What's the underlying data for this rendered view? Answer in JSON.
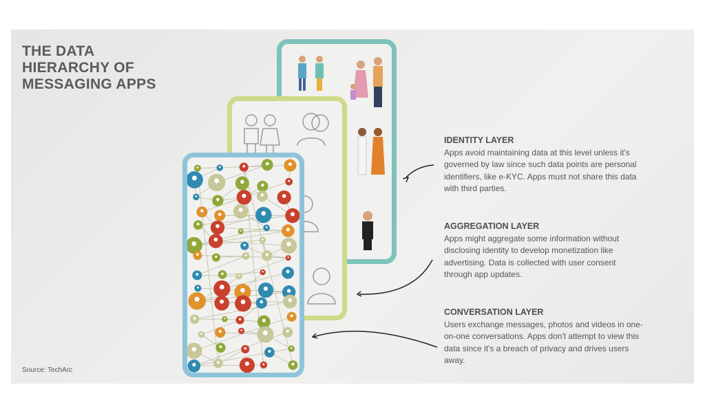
{
  "title": "THE DATA HIERARCHY OF MESSAGING APPS",
  "source": "Source: TechArc",
  "layers": [
    {
      "heading": "IDENTITY LAYER",
      "text": "Apps avoid maintaining data at this level unless it's governed by law since such data points are personal identifiers, like e-KYC. Apps must not share this data with third parties."
    },
    {
      "heading": "AGGREGATION LAYER",
      "text": "Apps might aggregate some information without disclosing identity to develop monetization like advertising. Data is collected with user consent through app updates."
    },
    {
      "heading": "CONVERSATION LAYER",
      "text": "Users exchange messages, photos and videos in one-on-one conversations. Apps don't attempt to view this data since it's a breach of privacy and drives users away."
    }
  ],
  "colors": {
    "identity": "#7cc3bb",
    "aggregation": "#cfd98a",
    "conversation": "#8ec4da",
    "nodes": [
      "#c8c79a",
      "#8fa83a",
      "#e0922c",
      "#c9412e",
      "#2f8ab0"
    ]
  }
}
